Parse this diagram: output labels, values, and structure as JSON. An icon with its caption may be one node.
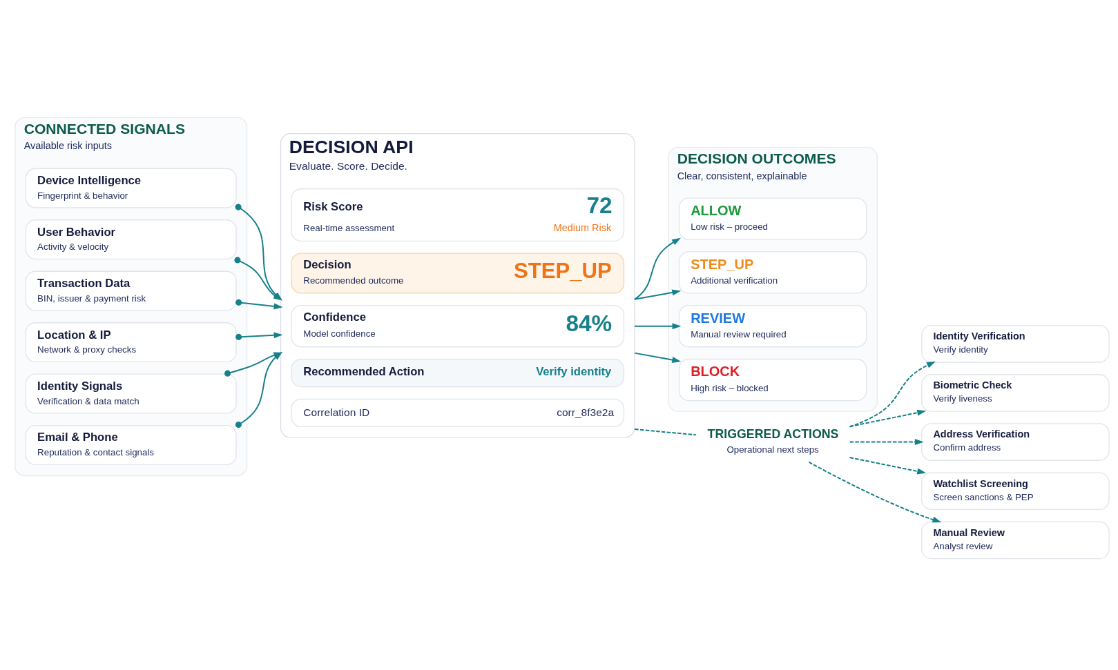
{
  "diagram": {
    "nodes": [
      {
        "text": [
          "CONNECTED SIGNALS",
          "Available risk inputs"
        ]
      },
      {
        "text": [
          "Device Intelligence",
          "Fingerprint & behavior"
        ],
        "in": 0
      },
      {
        "text": [
          "User Behavior",
          "Activity & velocity"
        ],
        "in": 0
      },
      {
        "text": [
          "Transaction Data",
          "BIN, issuer & payment risk"
        ],
        "in": 0
      },
      {
        "text": [
          "Location & IP",
          "Network & proxy checks"
        ],
        "in": 0
      },
      {
        "text": [
          "Identity Signals",
          "Verification & data match"
        ],
        "in": 0
      },
      {
        "text": [
          "Email & Phone",
          "Reputation & contact signals"
        ],
        "in": 0
      },
      {
        "text": [
          "DECISION API",
          "Evaluate. Score. Decide."
        ]
      },
      {
        "text": [
          "Risk Score",
          "Real-time assessment",
          "72",
          "Medium Risk"
        ],
        "in": 7
      },
      {
        "text": [
          "Decision",
          "Recommended outcome",
          "STEP_UP"
        ],
        "in": 7
      },
      {
        "text": [
          "Confidence",
          "Model confidence",
          "84%"
        ],
        "in": 7
      },
      {
        "text": [
          "Recommended Action",
          "Verify identity"
        ],
        "in": 7
      },
      {
        "text": [
          "Correlation ID",
          "corr_8f3e2a"
        ],
        "in": 7
      },
      {
        "text": [
          "DECISION OUTCOMES",
          "Clear, consistent, explainable"
        ]
      },
      {
        "text": [
          "ALLOW",
          "Low risk – proceed"
        ],
        "in": 13
      },
      {
        "text": [
          "STEP_UP",
          "Additional verification"
        ],
        "in": 13
      },
      {
        "text": [
          "REVIEW",
          "Manual review required"
        ],
        "in": 13
      },
      {
        "text": [
          "BLOCK",
          "High risk – blocked"
        ],
        "in": 13
      },
      {
        "text": [
          "TRIGGERED ACTIONS",
          "Operational next steps"
        ]
      },
      {
        "text": [
          "Identity Verification",
          "Verify identity"
        ]
      },
      {
        "text": [
          "Biometric Check",
          "Verify liveness"
        ]
      },
      {
        "text": [
          "Address Verification",
          "Confirm address"
        ]
      },
      {
        "text": [
          "Watchlist Screening",
          "Screen sanctions & PEP"
        ]
      },
      {
        "text": [
          "Manual Review",
          "Analyst review"
        ]
      }
    ],
    "edges": [
      {
        "from": 1,
        "to": 7,
        "arrow": "to"
      },
      {
        "from": 2,
        "to": 7,
        "arrow": "to"
      },
      {
        "from": 3,
        "to": 7,
        "arrow": "to"
      },
      {
        "from": 4,
        "to": 7,
        "arrow": "to"
      },
      {
        "from": 5,
        "to": 7,
        "arrow": "to"
      },
      {
        "from": 6,
        "to": 7,
        "arrow": "to"
      },
      {
        "from": 7,
        "to": 14,
        "arrow": "to"
      },
      {
        "from": 7,
        "to": 15,
        "arrow": "to"
      },
      {
        "from": 7,
        "to": 16,
        "arrow": "to"
      },
      {
        "from": 7,
        "to": 17,
        "arrow": "to"
      },
      {
        "from": 7,
        "to": 18,
        "arrow": "none",
        "style": "dashed"
      },
      {
        "from": 18,
        "to": 19,
        "arrow": "to",
        "style": "dashed"
      },
      {
        "from": 18,
        "to": 20,
        "arrow": "to",
        "style": "dashed"
      },
      {
        "from": 18,
        "to": 21,
        "arrow": "to",
        "style": "dashed"
      },
      {
        "from": 18,
        "to": 22,
        "arrow": "to",
        "style": "dashed"
      },
      {
        "from": 18,
        "to": 23,
        "arrow": "to",
        "style": "dashed"
      }
    ]
  }
}
